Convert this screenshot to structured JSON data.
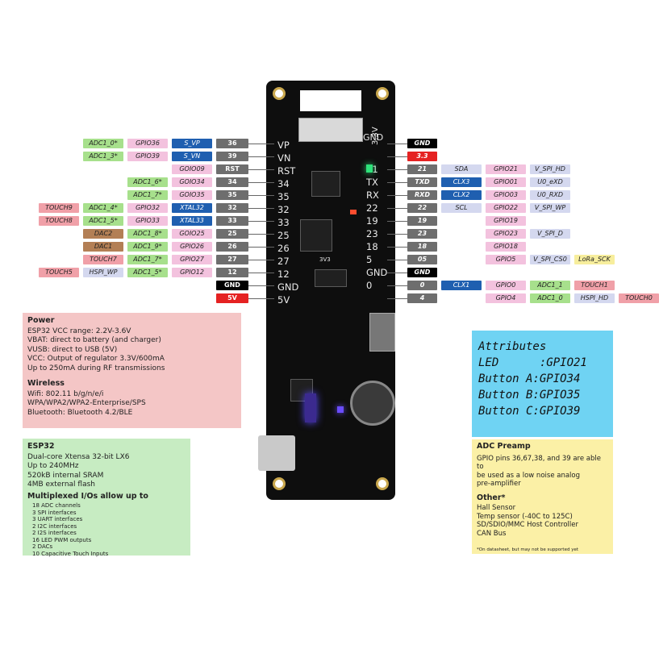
{
  "board": {
    "gnd_top": "GND",
    "v3_top": "3.3V",
    "v3_small": "3V3",
    "left_silk": [
      "VP",
      "VN",
      "RST",
      "34",
      "35",
      "32",
      "33",
      "25",
      "26",
      "27",
      "12",
      "GND",
      "5V"
    ],
    "right_silk": [
      "21",
      "TX",
      "RX",
      "22",
      "19",
      "23",
      "18",
      "5",
      "GND",
      "0"
    ]
  },
  "left_rows": [
    {
      "pin": "36",
      "cells": [
        {
          "t": "S_VP",
          "c": "xtal"
        },
        {
          "t": "GPIO36",
          "c": "gpio"
        },
        {
          "t": "ADC1_0*",
          "c": "analog"
        }
      ]
    },
    {
      "pin": "39",
      "cells": [
        {
          "t": "S_VN",
          "c": "xtal"
        },
        {
          "t": "GPIO39",
          "c": "gpio"
        },
        {
          "t": "ADC1_3*",
          "c": "analog"
        }
      ]
    },
    {
      "pin": "RST",
      "cells": [
        {
          "t": "GOIO09",
          "c": "gpio"
        }
      ]
    },
    {
      "pin": "34",
      "cells": [
        {
          "t": "GOIO34",
          "c": "gpio"
        },
        {
          "t": "ADC1_6*",
          "c": "analog"
        }
      ]
    },
    {
      "pin": "35",
      "cells": [
        {
          "t": "GOIO35",
          "c": "gpio"
        },
        {
          "t": "ADC1_7*",
          "c": "analog"
        }
      ]
    },
    {
      "pin": "32",
      "cells": [
        {
          "t": "XTAL32",
          "c": "xtal"
        },
        {
          "t": "GPIO32",
          "c": "gpio"
        },
        {
          "t": "ADC1_4*",
          "c": "analog"
        },
        {
          "t": "TOUCH9",
          "c": "touch"
        }
      ]
    },
    {
      "pin": "33",
      "cells": [
        {
          "t": "XTAL33",
          "c": "xtal"
        },
        {
          "t": "GPIO33",
          "c": "gpio"
        },
        {
          "t": "ADC1_5*",
          "c": "analog"
        },
        {
          "t": "TOUCH8",
          "c": "touch"
        }
      ]
    },
    {
      "pin": "25",
      "cells": [
        {
          "t": "GOIO25",
          "c": "gpio"
        },
        {
          "t": "ADC1_8*",
          "c": "analog"
        },
        {
          "t": "DAC2",
          "c": "dac"
        }
      ]
    },
    {
      "pin": "26",
      "cells": [
        {
          "t": "GPIO26",
          "c": "gpio"
        },
        {
          "t": "ADC1_9*",
          "c": "analog"
        },
        {
          "t": "DAC1",
          "c": "dac"
        }
      ]
    },
    {
      "pin": "27",
      "cells": [
        {
          "t": "GPIO27",
          "c": "gpio"
        },
        {
          "t": "ADC1_7*",
          "c": "analog"
        },
        {
          "t": "TOUCH7",
          "c": "touch"
        }
      ]
    },
    {
      "pin": "12",
      "cells": [
        {
          "t": "GPIO12",
          "c": "gpio"
        },
        {
          "t": "ADC1_5*",
          "c": "analog"
        },
        {
          "t": "HSPI_WP",
          "c": "serial"
        },
        {
          "t": "TOUCH5",
          "c": "touch"
        }
      ]
    },
    {
      "pin": "GND",
      "pclass": "gnd",
      "cells": []
    },
    {
      "pin": "5V",
      "pclass": "red",
      "cells": []
    }
  ],
  "right_rows": [
    {
      "pin": "GND",
      "pclass": "gnd",
      "cells": []
    },
    {
      "pin": "3.3",
      "pclass": "red",
      "cells": []
    },
    {
      "pin": "21",
      "cells": [
        {
          "t": "SDA",
          "c": "serial"
        },
        {
          "t": "GPIO21",
          "c": "gpio"
        },
        {
          "t": "V_SPI_HD",
          "c": "serial"
        }
      ]
    },
    {
      "pin": "TXD",
      "cells": [
        {
          "t": "CLX3",
          "c": "xtal"
        },
        {
          "t": "GPIO01",
          "c": "gpio"
        },
        {
          "t": "U0_eXD",
          "c": "serial"
        }
      ]
    },
    {
      "pin": "RXD",
      "cells": [
        {
          "t": "CLX2",
          "c": "xtal"
        },
        {
          "t": "GPIO03",
          "c": "gpio"
        },
        {
          "t": "U0_RXD",
          "c": "serial"
        }
      ]
    },
    {
      "pin": "22",
      "cells": [
        {
          "t": "SCL",
          "c": "serial"
        },
        {
          "t": "GPIO22",
          "c": "gpio"
        },
        {
          "t": "V_SPI_WP",
          "c": "serial"
        }
      ]
    },
    {
      "pin": "19",
      "cells": [
        {
          "t": "",
          "c": ""
        },
        {
          "t": "GPIO19",
          "c": "gpio"
        }
      ]
    },
    {
      "pin": "23",
      "cells": [
        {
          "t": "",
          "c": ""
        },
        {
          "t": "GPIO23",
          "c": "gpio"
        },
        {
          "t": "V_SPI_D",
          "c": "serial"
        }
      ]
    },
    {
      "pin": "18",
      "cells": [
        {
          "t": "",
          "c": ""
        },
        {
          "t": "GPIO18",
          "c": "gpio"
        }
      ]
    },
    {
      "pin": "05",
      "cells": [
        {
          "t": "",
          "c": ""
        },
        {
          "t": "GPIO5",
          "c": "gpio"
        },
        {
          "t": "V_SPI_CS0",
          "c": "serial"
        },
        {
          "t": "LoRa_SCK",
          "c": "lora"
        }
      ]
    },
    {
      "pin": "GND",
      "pclass": "gnd",
      "cells": []
    },
    {
      "pin": "0",
      "cells": [
        {
          "t": "CLX1",
          "c": "xtal"
        },
        {
          "t": "GPIO0",
          "c": "gpio"
        },
        {
          "t": "ADC1_1",
          "c": "analog"
        },
        {
          "t": "TOUCH1",
          "c": "touch"
        }
      ]
    },
    {
      "pin": "4",
      "cells": [
        {
          "t": "",
          "c": ""
        },
        {
          "t": "GPIO4",
          "c": "gpio"
        },
        {
          "t": "ADC1_0",
          "c": "analog"
        },
        {
          "t": "HSPI_HD",
          "c": "serial"
        },
        {
          "t": "TOUCH0",
          "c": "touch"
        }
      ]
    }
  ],
  "power": {
    "title": "Power",
    "lines": [
      "ESP32 VCC range: 2.2V-3.6V",
      "VBAT: direct to battery (and charger)",
      "VUSB: direct to USB (5V)",
      "VCC: Output of regulator 3.3V/600mA",
      "Up to 250mA during RF transmissions"
    ],
    "wireless_title": "Wireless",
    "wireless_lines": [
      "Wifi: 802.11 b/g/n/e/i",
      "WPA/WPA2/WPA2-Enterprise/SPS",
      "Bluetooth: Bluetooth 4.2/BLE"
    ]
  },
  "esp32": {
    "title": "ESP32",
    "lines": [
      "Dual-core Xtensa 32-bit LX6",
      "Up to 240MHz",
      "520kB internal SRAM",
      "4MB external flash"
    ],
    "mux_title": "Multiplexed I/Os allow up to",
    "mux_lines": [
      "18 ADC channels",
      "3 SPI interfaces",
      "3 UART interfaces",
      "2 I2C interfaces",
      "2 I2S interfaces",
      "16 LED PWM outputs",
      "2 DACs",
      "10 Capacitive Touch Inputs"
    ]
  },
  "attributes": {
    "title": "Attributes",
    "rows": [
      "LED      :GPIO21",
      "Button A:GPIO34",
      "Button B:GPIO35",
      "Button C:GPIO39"
    ]
  },
  "adc": {
    "title": "ADC Preamp",
    "lines": [
      "GPIO pins 36,67,38, and 39 are able to",
      "be used as a low noise analog",
      "pre-amplifier"
    ],
    "other_title": "Other*",
    "other_lines": [
      "Hall Sensor",
      "Temp sensor (-40C to 125C)",
      "SD/SDIO/MMC Host Controller",
      "CAN Bus"
    ],
    "note": "*On datasheet, but may not be supported yet"
  },
  "colors": {
    "gpio": "#f3c2de",
    "analog": "#a7e08c",
    "xtal": "#1f5fb0",
    "touch": "#f0a0a8",
    "dac": "#b37f55",
    "serial": "#d4d8ef",
    "pin": "#6e6e6e",
    "gnd": "#000000",
    "red": "#e52222"
  }
}
